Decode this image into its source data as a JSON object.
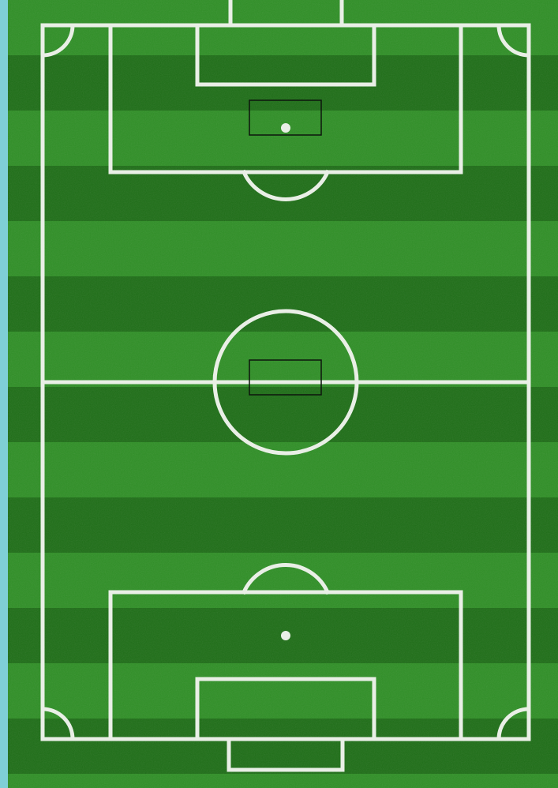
{
  "scene": {
    "type": "soccer-pitch-top-down",
    "orientation": "vertical",
    "colors": {
      "frame_left_strip": "#7fcfd6",
      "grass_light": "#2f8f26",
      "grass_dark": "#1e6e17",
      "line": "#e9efe6",
      "marker_rect_stroke": "#0d150d"
    },
    "elements": {
      "top_goal": "goal",
      "bottom_goal": "goal",
      "top_penalty_box": "penalty-area",
      "bottom_penalty_box": "penalty-area",
      "top_goal_box": "goal-area",
      "bottom_goal_box": "goal-area",
      "center_circle": "center-circle",
      "halfway_line": "halfway-line",
      "penalty_spots": [
        "top-penalty-spot",
        "bottom-penalty-spot"
      ],
      "corner_arcs": [
        "top-left",
        "top-right",
        "bottom-left",
        "bottom-right"
      ],
      "overlay_markers": [
        "top-penalty-marker-rectangle",
        "center-marker-rectangle"
      ]
    }
  }
}
